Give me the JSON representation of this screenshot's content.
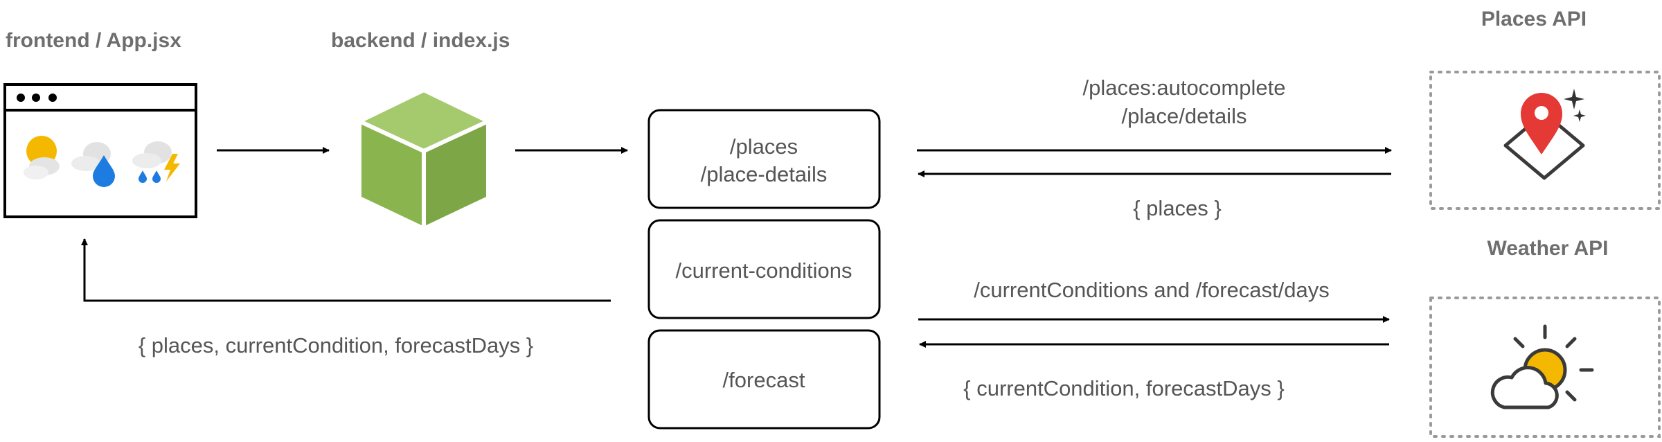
{
  "frontend": {
    "title": "frontend / App.jsx"
  },
  "backend": {
    "title": "backend / index.js"
  },
  "routes": {
    "places": [
      "/places",
      "/place-details"
    ],
    "current": "/current-conditions",
    "forecast": "/forecast"
  },
  "places_api": {
    "title": "Places API",
    "request": [
      "/places:autocomplete",
      "/place/details"
    ],
    "response": "{ places }"
  },
  "weather_api": {
    "title": "Weather API",
    "request": "/currentConditions and /forecast/days",
    "response": "{ currentCondition, forecastDays }"
  },
  "frontend_response": "{ places, currentCondition, forecastDays }",
  "colors": {
    "cube_light": "#8ab54e",
    "cube_dark": "#7da646",
    "pin": "#e53935",
    "sun": "#f5b800",
    "rain": "#1e7be0"
  },
  "icons": [
    "browser-window-icon",
    "weather-icons",
    "cube-icon",
    "map-pin-icon",
    "sun-cloud-icon"
  ]
}
